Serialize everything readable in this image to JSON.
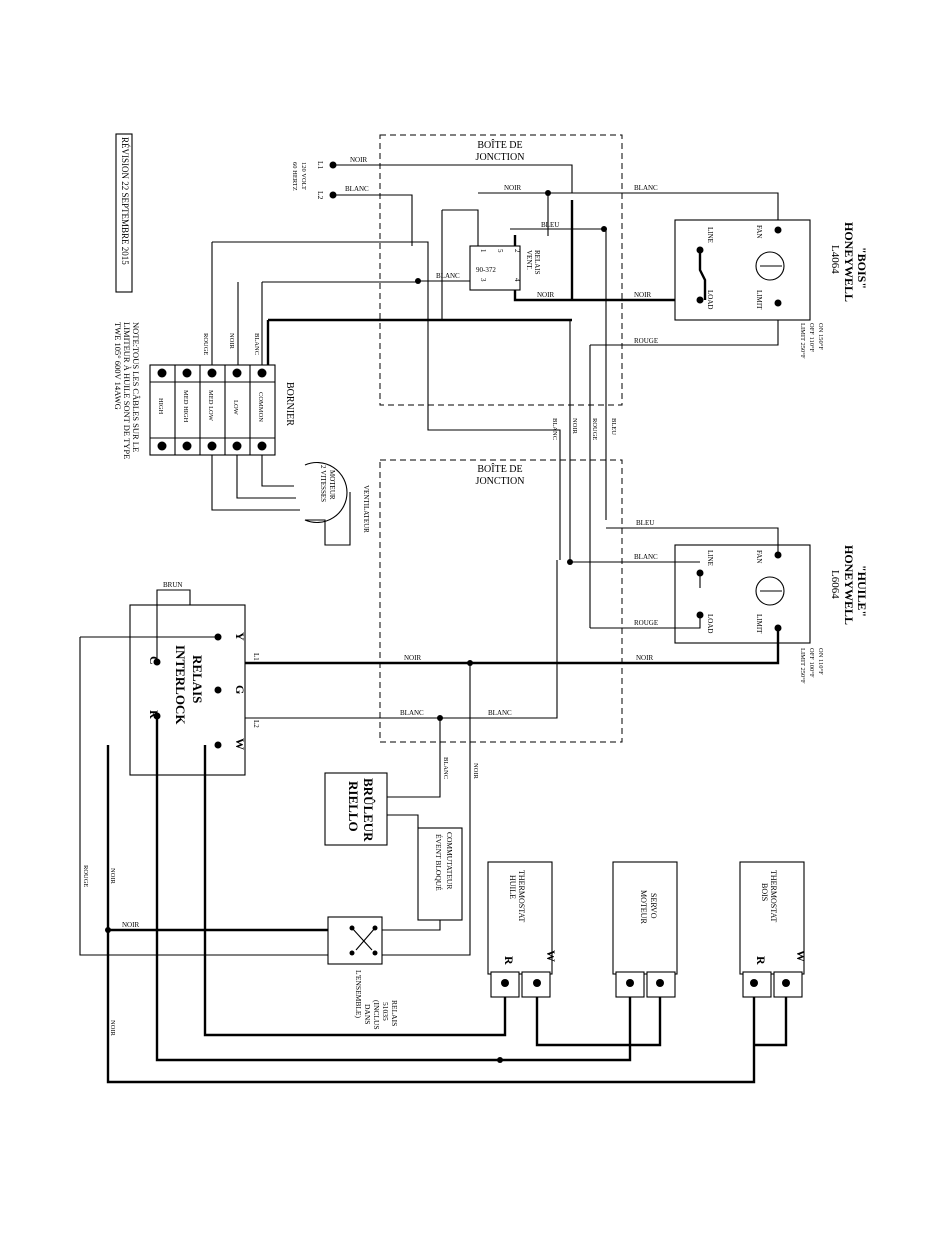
{
  "revision": "RÉVISION 22 SEPTEMBRE 2015",
  "note": {
    "line1": "NOTE:TOUS LES CÂBLES SUR LE",
    "line2": "LIMITEUR À HUILE SONT DE TYPE",
    "line3": "TWE 105° 600V 14AWG"
  },
  "supply": {
    "l1": "L1",
    "l2": "L2",
    "volt": "120 VOLT",
    "hertz": "60 HERTZ"
  },
  "junction_top": {
    "line1": "BOÎTE DE",
    "line2": "JONCTION"
  },
  "junction_bottom": {
    "line1": "BOÎTE DE",
    "line2": "JONCTION"
  },
  "relay_vent": {
    "name1": "RELAIS",
    "name2": "VENT.",
    "model": "90-372",
    "t1": "1",
    "t2": "2",
    "t3": "3",
    "t4": "4",
    "t5": "5"
  },
  "wood_limit": {
    "brand": "HONEYWELL",
    "name": "\"BOIS\"",
    "model": "L4064",
    "on": "ON 150°F",
    "off": "OFF 110°F",
    "limit": "LIMIT 250°F",
    "fan": "FAN",
    "limit_term": "LIMIT",
    "line": "LINE",
    "load": "LOAD"
  },
  "oil_limit": {
    "brand": "HONEYWELL",
    "name": "\"HUILE\"",
    "model": "L6064",
    "on": "ON 110°F",
    "off": "OFF 100°F",
    "limit": "LIMIT 250°F",
    "fan": "FAN",
    "limit_term": "LIMIT",
    "line": "LINE",
    "load": "LOAD"
  },
  "bornier": {
    "title": "BORNIER",
    "rows": [
      "COMMON",
      "LOW",
      "MED LOW",
      "MED HIGH",
      "HIGH"
    ]
  },
  "motor": {
    "line1": "MOTEUR",
    "line2": "2 VITESSES",
    "name": "VENTILATEUR"
  },
  "interlock": {
    "line1": "RELAIS",
    "line2": "INTERLOCK",
    "y": "Y",
    "g": "G",
    "w": "W",
    "c": "C",
    "r": "R",
    "l1": "L1",
    "l2": "L2"
  },
  "burner": {
    "line1": "BRÛLEUR",
    "line2": "RIELLO"
  },
  "switch": {
    "line1": "COMMUTATEUR",
    "line2": "ÉVENT BLOQUÉ"
  },
  "relay_51035": {
    "line1": "RELAIS",
    "line2": "51035",
    "line3": "(INCLUS",
    "line4": "DANS",
    "line5": "L'ENSEMBLE)"
  },
  "thermo_oil": {
    "line1": "THERMOSTAT",
    "line2": "HUILE",
    "w": "W",
    "r": "R"
  },
  "servo": {
    "line1": "SERVO",
    "line2": "MOTEUR"
  },
  "thermo_wood": {
    "line1": "THERMOSTAT",
    "line2": "BOIS",
    "w": "W",
    "r": "R"
  },
  "wire_labels": {
    "noir": "NOIR",
    "blanc": "BLANC",
    "bleu": "BLEU",
    "rouge": "ROUGE",
    "brun": "BRUN"
  }
}
